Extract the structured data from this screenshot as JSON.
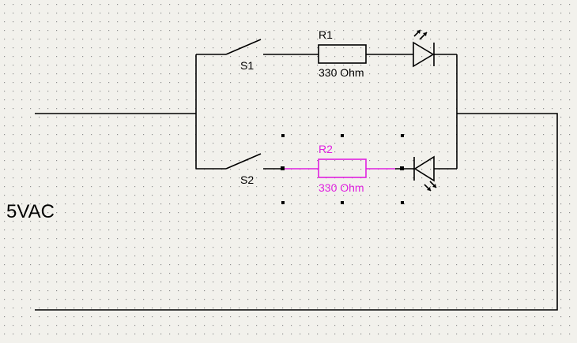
{
  "circuit": {
    "source_label": "5VAC",
    "switches": [
      {
        "designator": "S1"
      },
      {
        "designator": "S2"
      }
    ],
    "resistors": [
      {
        "designator": "R1",
        "value": "330 Ohm",
        "selected": false
      },
      {
        "designator": "R2",
        "value": "330 Ohm",
        "selected": true
      }
    ],
    "leds": [
      {
        "orientation": "right"
      },
      {
        "orientation": "left"
      }
    ]
  },
  "colors": {
    "background": "#f2f1ec",
    "grid_dot": "#8f8f8f",
    "wire": "#000000",
    "selection": "#e020e0",
    "handle": "#000000"
  }
}
